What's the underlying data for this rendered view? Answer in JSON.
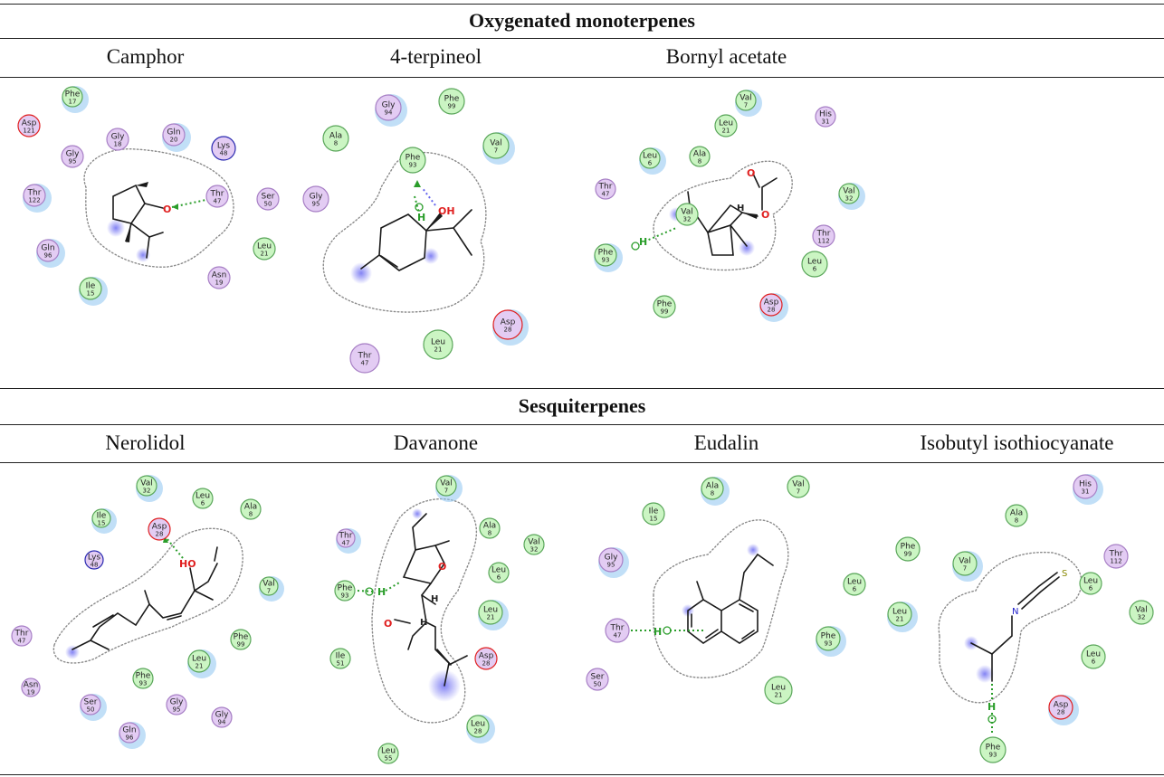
{
  "sections": [
    {
      "title": "Oxygenated monoterpenes",
      "compounds": [
        "Camphor",
        "4-terpineol",
        "Bornyl acetate"
      ]
    },
    {
      "title": "Sesquiterpenes",
      "compounds": [
        "Nerolidol",
        "Davanone",
        "Eudalin",
        "Isobutyl isothiocyanate"
      ]
    }
  ],
  "atom_labels": {
    "oxygen": "O",
    "hydroxyl": "OH",
    "hydroxyl_rev": "HO",
    "hydrogen": "H",
    "nitrogen": "N",
    "sulfur": "S"
  },
  "colors": {
    "hydrophobic": "#c8f0c0",
    "polar": "#e2c8f0",
    "acidic_border": "#e02020",
    "basic_border": "#2a2ab0",
    "hbond": "#2a9d2a",
    "pi": "#6666ee"
  },
  "panels": [
    {
      "id": "camphor",
      "residues": [
        {
          "name": "Phe",
          "num": "17",
          "type": "g"
        },
        {
          "name": "Asp",
          "num": "121",
          "type": "a"
        },
        {
          "name": "Gly",
          "num": "18",
          "type": "p"
        },
        {
          "name": "Gln",
          "num": "20",
          "type": "p"
        },
        {
          "name": "Lys",
          "num": "48",
          "type": "b"
        },
        {
          "name": "Gly",
          "num": "95",
          "type": "p"
        },
        {
          "name": "Thr",
          "num": "122",
          "type": "p"
        },
        {
          "name": "Thr",
          "num": "47",
          "type": "p"
        },
        {
          "name": "Ser",
          "num": "50",
          "type": "p"
        },
        {
          "name": "Gln",
          "num": "96",
          "type": "p"
        },
        {
          "name": "Leu",
          "num": "21",
          "type": "g"
        },
        {
          "name": "Asn",
          "num": "19",
          "type": "p"
        },
        {
          "name": "Ile",
          "num": "15",
          "type": "g"
        }
      ]
    },
    {
      "id": "terpineol",
      "residues": [
        {
          "name": "Gly",
          "num": "94",
          "type": "p"
        },
        {
          "name": "Phe",
          "num": "99",
          "type": "g"
        },
        {
          "name": "Ala",
          "num": "8",
          "type": "g"
        },
        {
          "name": "Val",
          "num": "7",
          "type": "g"
        },
        {
          "name": "Phe",
          "num": "93",
          "type": "g"
        },
        {
          "name": "Gly",
          "num": "95",
          "type": "p"
        },
        {
          "name": "Asp",
          "num": "28",
          "type": "a"
        },
        {
          "name": "Leu",
          "num": "21",
          "type": "g"
        },
        {
          "name": "Thr",
          "num": "47",
          "type": "p"
        }
      ]
    },
    {
      "id": "bornyl",
      "residues": [
        {
          "name": "Val",
          "num": "7",
          "type": "g"
        },
        {
          "name": "Leu",
          "num": "21",
          "type": "g"
        },
        {
          "name": "His",
          "num": "31",
          "type": "p"
        },
        {
          "name": "Leu",
          "num": "6",
          "type": "g"
        },
        {
          "name": "Ala",
          "num": "8",
          "type": "g"
        },
        {
          "name": "Thr",
          "num": "47",
          "type": "p"
        },
        {
          "name": "Val",
          "num": "32",
          "type": "g"
        },
        {
          "name": "Val",
          "num": "32",
          "type": "g"
        },
        {
          "name": "Thr",
          "num": "112",
          "type": "p"
        },
        {
          "name": "Phe",
          "num": "93",
          "type": "g"
        },
        {
          "name": "Leu",
          "num": "6",
          "type": "g"
        },
        {
          "name": "Phe",
          "num": "99",
          "type": "g"
        },
        {
          "name": "Asp",
          "num": "28",
          "type": "a"
        }
      ]
    },
    {
      "id": "nerolidol",
      "residues": [
        {
          "name": "Val",
          "num": "32",
          "type": "g"
        },
        {
          "name": "Leu",
          "num": "6",
          "type": "g"
        },
        {
          "name": "Ala",
          "num": "8",
          "type": "g"
        },
        {
          "name": "Ile",
          "num": "15",
          "type": "g"
        },
        {
          "name": "Asp",
          "num": "28",
          "type": "a"
        },
        {
          "name": "Lys",
          "num": "48",
          "type": "b"
        },
        {
          "name": "Val",
          "num": "7",
          "type": "g"
        },
        {
          "name": "Thr",
          "num": "47",
          "type": "p"
        },
        {
          "name": "Phe",
          "num": "99",
          "type": "g"
        },
        {
          "name": "Leu",
          "num": "21",
          "type": "g"
        },
        {
          "name": "Phe",
          "num": "93",
          "type": "g"
        },
        {
          "name": "Asn",
          "num": "19",
          "type": "p"
        },
        {
          "name": "Ser",
          "num": "50",
          "type": "p"
        },
        {
          "name": "Gly",
          "num": "95",
          "type": "p"
        },
        {
          "name": "Gly",
          "num": "94",
          "type": "p"
        },
        {
          "name": "Gln",
          "num": "96",
          "type": "p"
        }
      ]
    },
    {
      "id": "davanone",
      "residues": [
        {
          "name": "Val",
          "num": "7",
          "type": "g"
        },
        {
          "name": "Ala",
          "num": "8",
          "type": "g"
        },
        {
          "name": "Val",
          "num": "32",
          "type": "g"
        },
        {
          "name": "Thr",
          "num": "47",
          "type": "p"
        },
        {
          "name": "Leu",
          "num": "6",
          "type": "g"
        },
        {
          "name": "Phe",
          "num": "93",
          "type": "g"
        },
        {
          "name": "Leu",
          "num": "21",
          "type": "g"
        },
        {
          "name": "Ile",
          "num": "51",
          "type": "g"
        },
        {
          "name": "Asp",
          "num": "28",
          "type": "a"
        },
        {
          "name": "Leu",
          "num": "28",
          "type": "g"
        },
        {
          "name": "Leu",
          "num": "55",
          "type": "g"
        }
      ]
    },
    {
      "id": "eudalin",
      "residues": [
        {
          "name": "Ala",
          "num": "8",
          "type": "g"
        },
        {
          "name": "Val",
          "num": "7",
          "type": "g"
        },
        {
          "name": "Ile",
          "num": "15",
          "type": "g"
        },
        {
          "name": "Gly",
          "num": "95",
          "type": "p"
        },
        {
          "name": "Leu",
          "num": "6",
          "type": "g"
        },
        {
          "name": "Thr",
          "num": "47",
          "type": "p"
        },
        {
          "name": "Phe",
          "num": "93",
          "type": "g"
        },
        {
          "name": "Ser",
          "num": "50",
          "type": "p"
        },
        {
          "name": "Leu",
          "num": "21",
          "type": "g"
        }
      ]
    },
    {
      "id": "isobutyl",
      "residues": [
        {
          "name": "His",
          "num": "31",
          "type": "p"
        },
        {
          "name": "Ala",
          "num": "8",
          "type": "g"
        },
        {
          "name": "Phe",
          "num": "99",
          "type": "g"
        },
        {
          "name": "Val",
          "num": "7",
          "type": "g"
        },
        {
          "name": "Thr",
          "num": "112",
          "type": "p"
        },
        {
          "name": "Leu",
          "num": "6",
          "type": "g"
        },
        {
          "name": "Leu",
          "num": "21",
          "type": "g"
        },
        {
          "name": "Val",
          "num": "32",
          "type": "g"
        },
        {
          "name": "Leu",
          "num": "6",
          "type": "g"
        },
        {
          "name": "Asp",
          "num": "28",
          "type": "a"
        },
        {
          "name": "Phe",
          "num": "93",
          "type": "g"
        }
      ]
    }
  ]
}
